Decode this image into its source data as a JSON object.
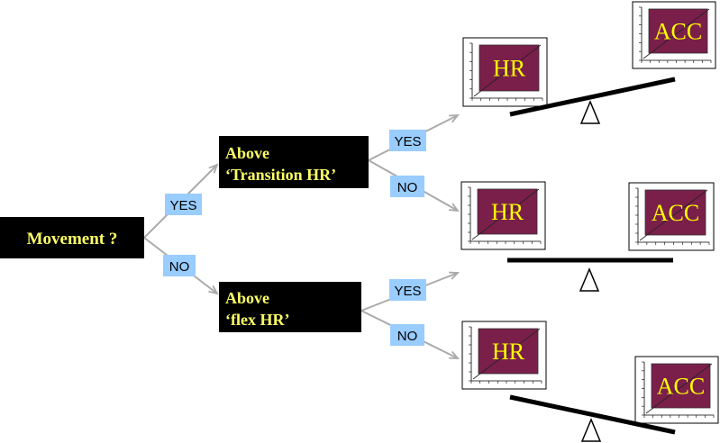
{
  "colors": {
    "node_bg": "#000000",
    "node_text": "#ffff66",
    "label_bg": "#99ccff",
    "arrow": "#aaaaaa",
    "chart_fill": "#7a1f4a",
    "chart_text": "#ffff00",
    "beam": "#000000"
  },
  "nodes": {
    "movement": "Movement ?",
    "transition_line1": "Above",
    "transition_line2": "‘Transition  HR’",
    "flex_line1": "Above",
    "flex_line2": "‘flex HR’"
  },
  "labels": {
    "yes": "YES",
    "no": "NO"
  },
  "charts": {
    "hr": "HR",
    "acc": "ACC"
  },
  "balances": [
    {
      "name": "hr-heavy",
      "tilt": "left-down"
    },
    {
      "name": "level",
      "tilt": "level"
    },
    {
      "name": "acc-heavy",
      "tilt": "right-down"
    }
  ]
}
